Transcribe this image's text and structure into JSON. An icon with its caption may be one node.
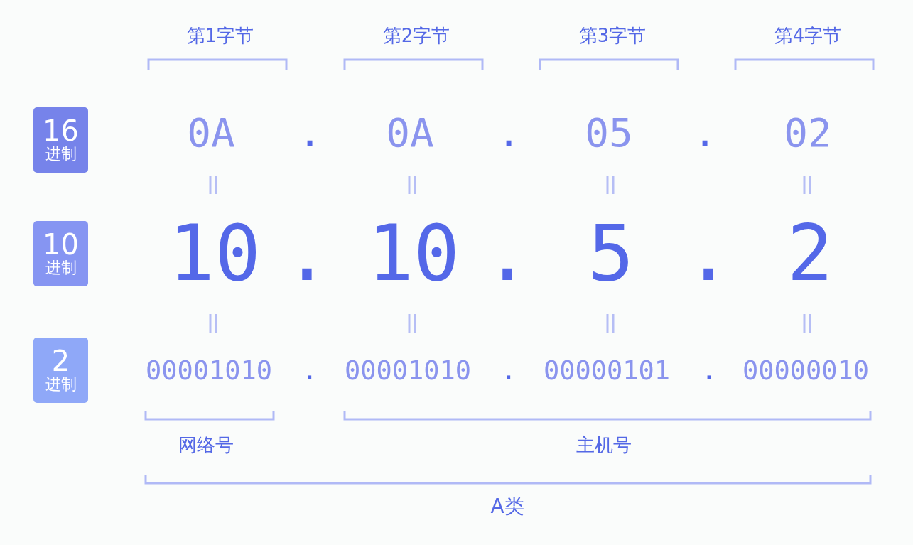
{
  "diagram": {
    "nodes": [
      {
        "text": [
          "16",
          "进制"
        ]
      },
      {
        "text": [
          "10",
          "进制"
        ]
      },
      {
        "text": [
          "2",
          "进制"
        ]
      }
    ],
    "labels": [
      "第1字节",
      "第2字节",
      "第3字节",
      "第4字节",
      "0A",
      ".",
      "0A",
      ".",
      "05",
      ".",
      "02",
      "10",
      ".",
      "10",
      ".",
      "5",
      ".",
      "2",
      "00001010",
      ".",
      "00001010",
      ".",
      "00000101",
      ".",
      "00000010",
      "网络号",
      "主机号",
      "A类"
    ]
  }
}
